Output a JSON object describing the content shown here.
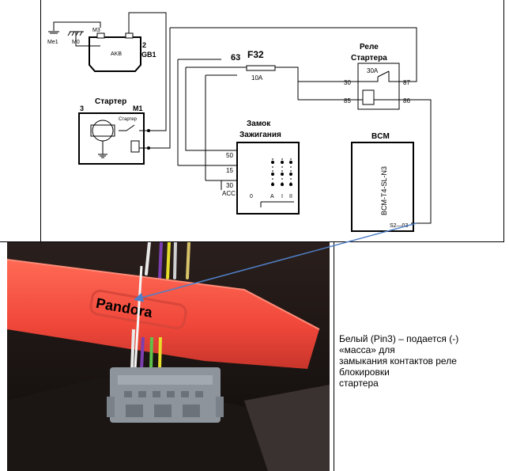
{
  "diagram": {
    "labels": {
      "me1": "Me1",
      "m0": "M0",
      "m3": "M3",
      "akb": "AKB",
      "gb1_num": "2",
      "gb1": "GB1",
      "fuse_num": "63",
      "fuse_name": "F32",
      "fuse_rating": "10A",
      "relay_title_1": "Реле",
      "relay_title_2": "Стартера",
      "relay_rating": "30A",
      "relay_pin_30": "30",
      "relay_pin_87": "87",
      "relay_pin_85": "85",
      "relay_pin_86": "86",
      "starter_num": "3",
      "starter_title": "Стартер",
      "starter_ref": "M1",
      "starter_inner": "Стартер",
      "ign_title_1": "Замок",
      "ign_title_2": "Зажигания",
      "ign_50": "50",
      "ign_15": "15",
      "ign_30": "30",
      "ign_acc": "ACC",
      "ign_pos_0": "0",
      "ign_pos_a": "A",
      "ign_pos_1": "I",
      "ign_pos_2": "II",
      "bcm_title": "BCM",
      "bcm_part": "BCM-T4-SL-N3",
      "bcm_pin": "S2—03"
    }
  },
  "photo": {
    "stamp_text": "Pandora"
  },
  "caption": {
    "line1": "Белый (Pin3)  – подается (-)",
    "line2": "«масса» для",
    "line3": "замыкания контактов реле",
    "line4": "блокировки",
    "line5": "стартера"
  },
  "colors": {
    "red_tool": "#f0473a",
    "connector_gray": "#8d949c",
    "arrow_blue": "#4f7fc6"
  }
}
